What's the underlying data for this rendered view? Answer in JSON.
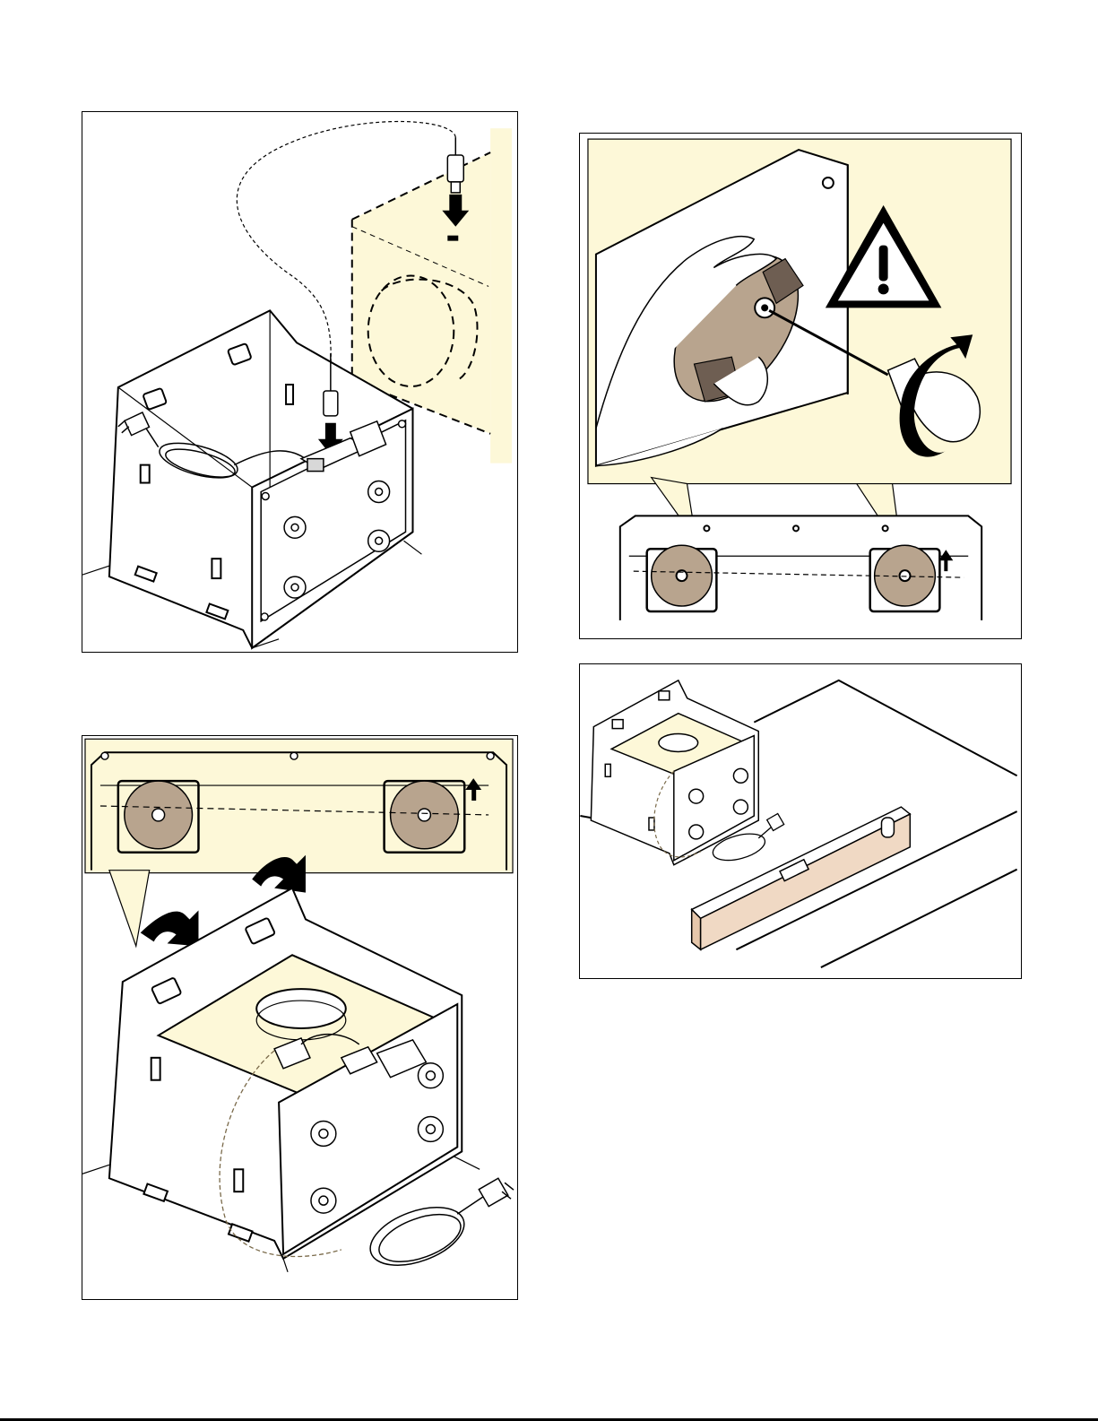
{
  "page": {
    "steps": [
      {
        "id": "step-1",
        "illustration": "connect-cable"
      },
      {
        "id": "step-2",
        "illustration": "adjust-leveling-screw",
        "warning": "warning-triangle-icon"
      },
      {
        "id": "step-3",
        "illustration": "hook-housing-onto-brackets"
      },
      {
        "id": "step-4",
        "illustration": "check-level"
      }
    ],
    "colors": {
      "highlight": "#fdf8d8",
      "knob": "#b8a48e",
      "knob_dark": "#6e5e52",
      "wood": "#f0d9c4",
      "outline": "#000000"
    }
  }
}
